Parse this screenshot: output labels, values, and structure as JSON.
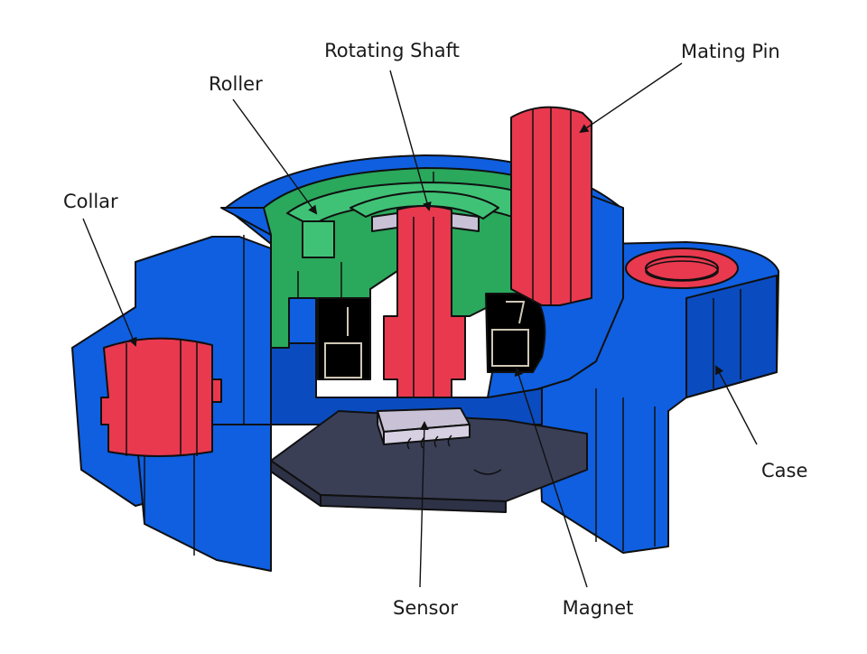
{
  "labels": {
    "rotating_shaft": "Rotating Shaft",
    "mating_pin": "Mating Pin",
    "roller": "Roller",
    "collar": "Collar",
    "case": "Case",
    "sensor": "Sensor",
    "magnet": "Magnet"
  },
  "colors": {
    "case": "#0f5fe0",
    "case_dark": "#0a4cc0",
    "roller": "#2aa85c",
    "roller_light": "#3fc276",
    "red_parts": "#e8394f",
    "sensor_body": "#c9c2d6",
    "pcb": "#3a3f56",
    "magnet": "#000000"
  }
}
